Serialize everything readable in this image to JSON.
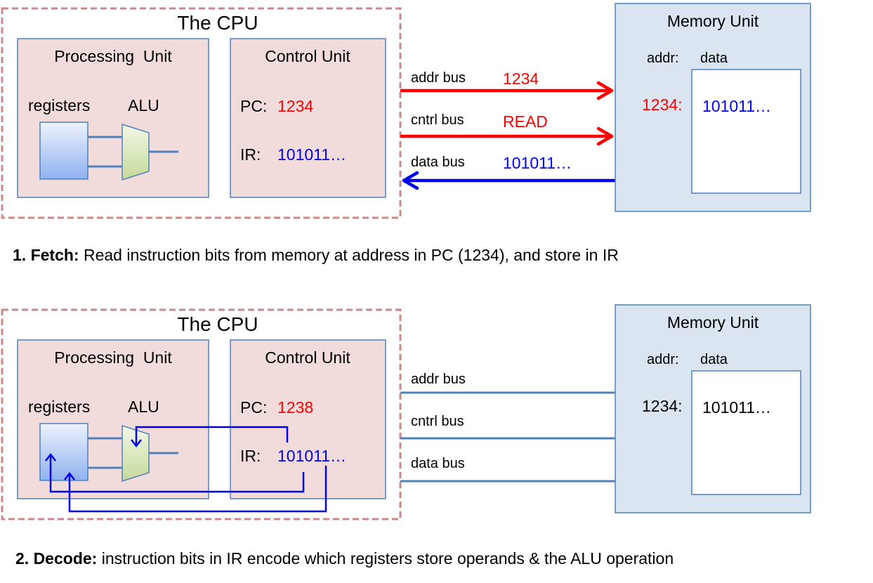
{
  "colors": {
    "cpu_border": "#cc8888",
    "unit_fill": "#f2dcdb",
    "unit_border": "#4f81bd",
    "memory_fill": "#dbe5f1",
    "red": "#ff0000",
    "blue": "#0000ee",
    "bus_line": "#4f81bd",
    "alu_fill": "#d7e4b6",
    "register_fill": "#a9c4f5"
  },
  "fetch": {
    "cpu_title": "The CPU",
    "processing_unit": "Processing  Unit",
    "registers_label": "registers",
    "alu_label": "ALU",
    "control_unit": "Control Unit",
    "pc_label": "PC:",
    "pc_value": "1234",
    "ir_label": "IR:",
    "ir_value": "101011…",
    "addr_bus": "addr bus",
    "addr_value": "1234",
    "cntrl_bus": "cntrl bus",
    "cntrl_value": "READ",
    "data_bus": "data bus",
    "data_value": "101011…",
    "memory_title": "Memory Unit",
    "addr_header": "addr:",
    "data_header": "data",
    "mem_addr": "1234:",
    "mem_data": "101011…",
    "caption_bold": "1. Fetch:",
    "caption_text": " Read instruction bits from memory at address in PC (1234), and store in IR"
  },
  "decode": {
    "cpu_title": "The CPU",
    "processing_unit": "Processing  Unit",
    "registers_label": "registers",
    "alu_label": "ALU",
    "control_unit": "Control Unit",
    "pc_label": "PC:",
    "pc_value": "1238",
    "ir_label": "IR:",
    "ir_value": "101011…",
    "addr_bus": "addr bus",
    "cntrl_bus": "cntrl bus",
    "data_bus": "data bus",
    "memory_title": "Memory Unit",
    "addr_header": "addr:",
    "data_header": "data",
    "mem_addr": "1234:",
    "mem_data": "101011…",
    "caption_bold": "2. Decode:",
    "caption_text": " instruction bits in IR encode which registers store operands & the ALU operation"
  }
}
